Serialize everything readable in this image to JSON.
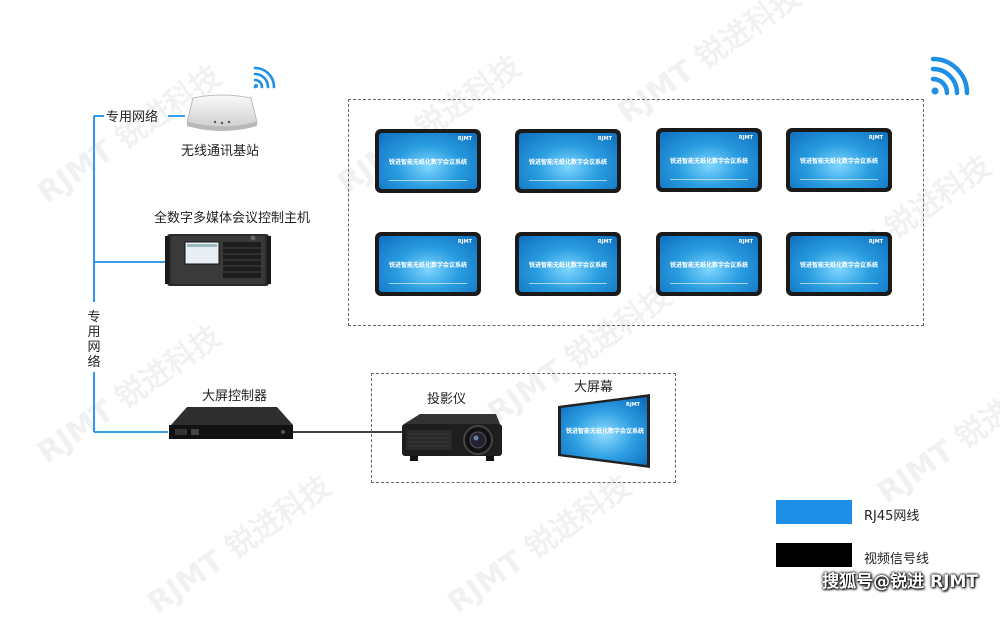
{
  "watermark": {
    "text": "RJMT 锐进科技"
  },
  "left_network": {
    "label_top": "专用网络",
    "label_vertical": [
      "专",
      "用",
      "网",
      "络"
    ]
  },
  "devices": {
    "base_station": "无线通讯基站",
    "host": "全数字多媒体会议控制主机",
    "screen_controller": "大屏控制器",
    "projector": "投影仪",
    "big_screen": "大屏幕"
  },
  "tablets": {
    "screen_title": "锐进智能无纸化数字会议系统",
    "brand": "RJMT",
    "count": 8
  },
  "big_screen_content": {
    "title": "锐进智能无纸化数字会议系统",
    "brand": "RJMT"
  },
  "legend": {
    "items": [
      {
        "label": "RJ45网线",
        "color": "#1e8fe6"
      },
      {
        "label": "视频信号线",
        "color": "#000000"
      }
    ]
  },
  "footer": {
    "text": "搜狐号@锐进 RJMT"
  },
  "colors": {
    "network": "#1e8fe6",
    "video": "#000000",
    "wifi": "#1e8fe6"
  }
}
